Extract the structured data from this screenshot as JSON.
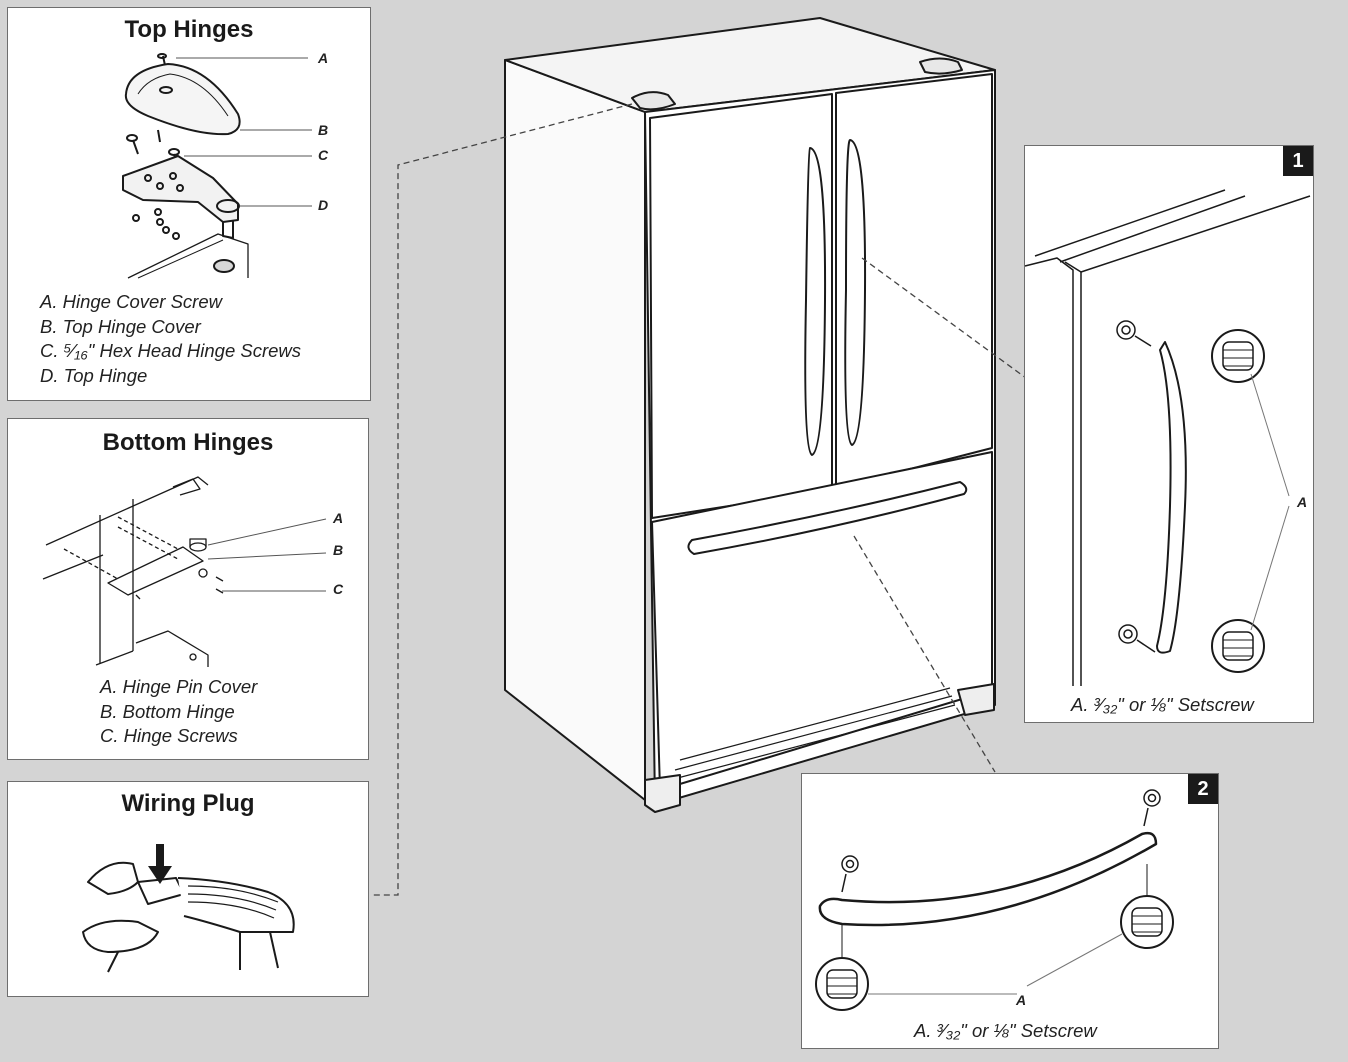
{
  "top_hinges": {
    "title": "Top Hinges",
    "callouts": [
      "A",
      "B",
      "C",
      "D"
    ],
    "legend": [
      "A. Hinge Cover Screw",
      "B. Top Hinge Cover",
      "C. ⁵⁄₁₆\" Hex Head Hinge Screws",
      "D. Top Hinge"
    ]
  },
  "bottom_hinges": {
    "title": "Bottom Hinges",
    "callouts": [
      "A",
      "B",
      "C"
    ],
    "legend": [
      "A. Hinge Pin Cover",
      "B. Bottom Hinge",
      "C. Hinge Screws"
    ]
  },
  "wiring_plug": {
    "title": "Wiring Plug"
  },
  "step1": {
    "badge": "1",
    "callout": "A",
    "caption": "A. ³⁄₃₂\" or ⅛\" Setscrew"
  },
  "step2": {
    "badge": "2",
    "callout": "A",
    "caption": "A. ³⁄₃₂\" or ⅛\" Setscrew"
  },
  "colors": {
    "background": "#d4d4d4",
    "panel": "#ffffff",
    "line": "#1a1a1a"
  }
}
